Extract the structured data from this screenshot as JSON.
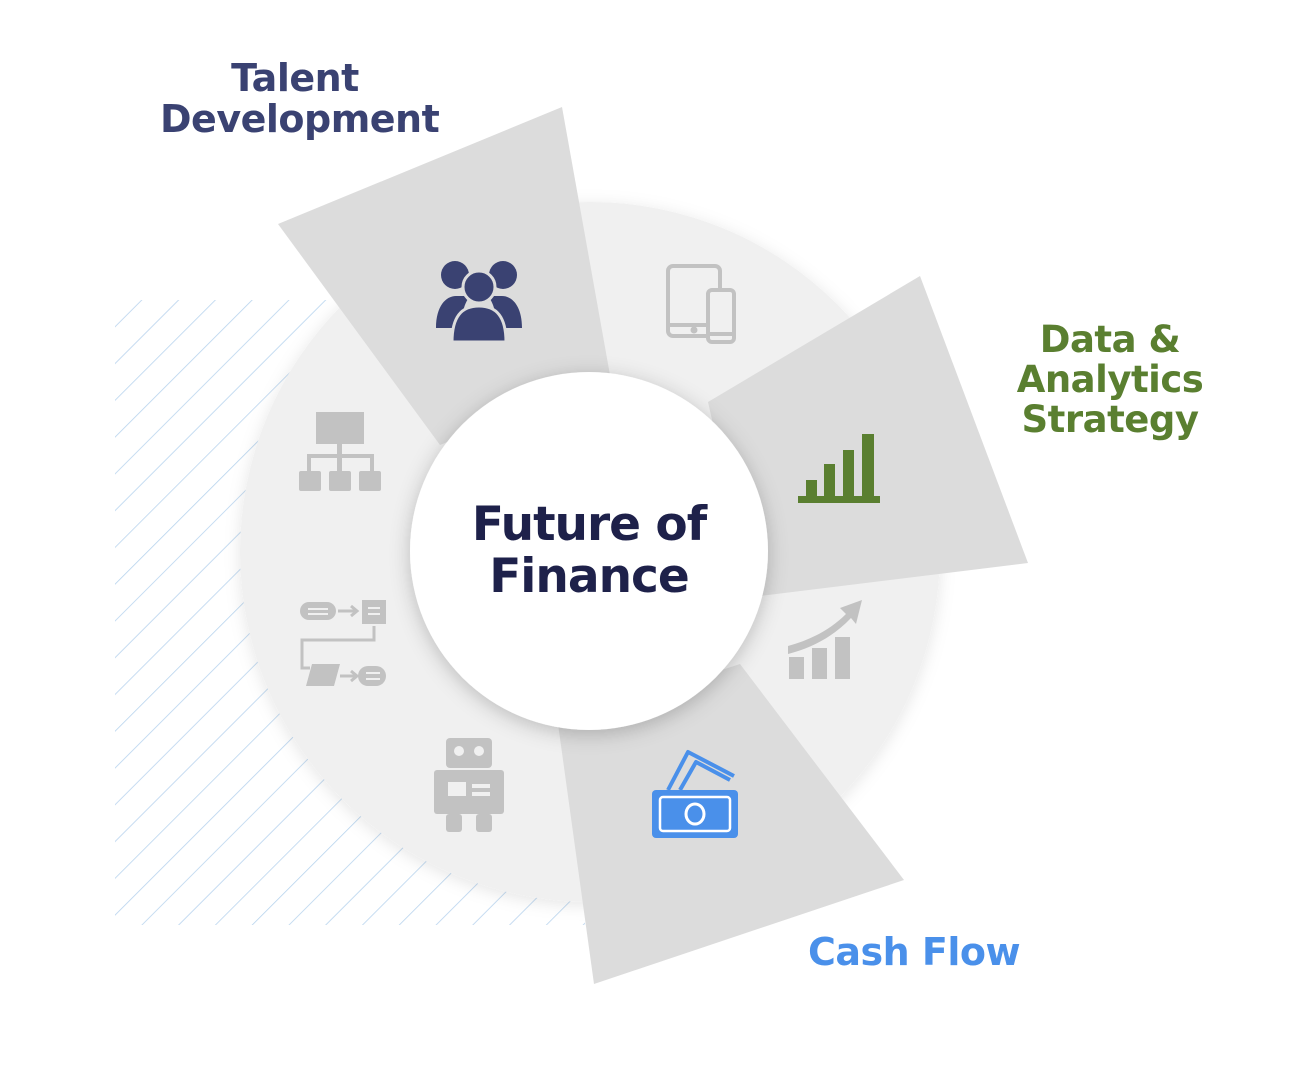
{
  "center": {
    "line1": "Future of",
    "line2": "Finance"
  },
  "highlights": {
    "talent": {
      "line1": "Talent",
      "line2": "Development",
      "color": "#3a4272",
      "icon": "people-group-icon"
    },
    "data": {
      "line1": "Data &",
      "line2": "Analytics",
      "line3": "Strategy",
      "color": "#5a7f30",
      "icon": "bar-chart-icon"
    },
    "cash": {
      "line1": "Cash Flow",
      "color": "#4a90ea",
      "icon": "money-bills-icon"
    }
  },
  "ring_icons": [
    "tablet-phone-icon",
    "growth-chart-icon",
    "robot-icon",
    "process-flow-icon",
    "org-chart-icon"
  ],
  "colors": {
    "ring": "#f0f0f0",
    "wedge": "#dcdcdc",
    "muted_icon": "#c2c2c2",
    "hatch": "#b8d4ee"
  }
}
